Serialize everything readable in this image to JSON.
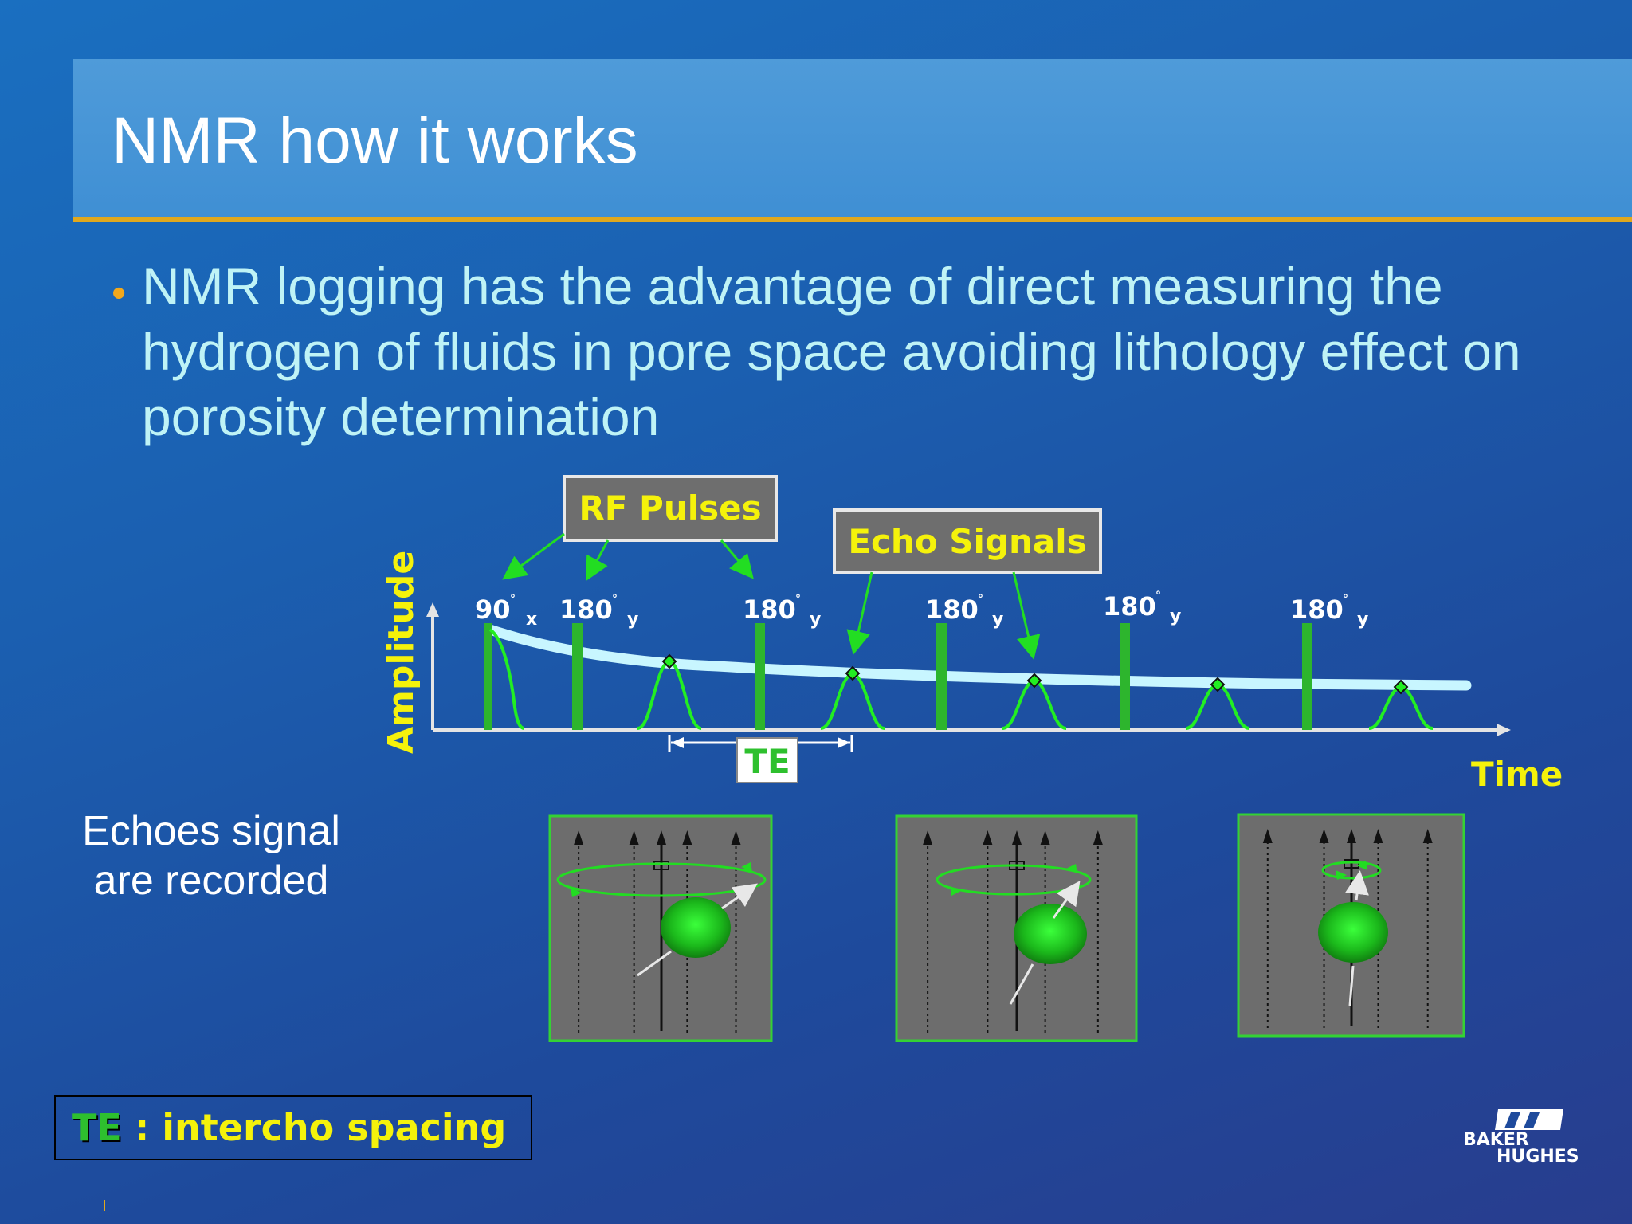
{
  "slide": {
    "title": "NMR how it works",
    "bullet": "NMR logging has the advantage of direct measuring the hydrogen of fluids in pore space avoiding lithology effect on porosity determination",
    "side_note": "Echoes signal are recorded",
    "legend": {
      "term": "TE",
      "separator": ":",
      "definition": "intercho spacing"
    },
    "logo_lines": [
      "BAKER",
      "HUGHES"
    ]
  },
  "diagram": {
    "callouts": {
      "rf_pulses": "RF Pulses",
      "echo_signals": "Echo Signals"
    },
    "axes": {
      "y_label": "Amplitude",
      "x_label": "Time"
    },
    "te_label": "TE",
    "pulses": [
      {
        "angle": "90",
        "degree": "°",
        "phase": "x"
      },
      {
        "angle": "180",
        "degree": "°",
        "phase": "y"
      },
      {
        "angle": "180",
        "degree": "°",
        "phase": "y"
      },
      {
        "angle": "180",
        "degree": "°",
        "phase": "y"
      },
      {
        "angle": "180",
        "degree": "°",
        "phase": "y"
      },
      {
        "angle": "180",
        "degree": "°",
        "phase": "y"
      }
    ],
    "colors": {
      "pulse_bar": "#2db52d",
      "echo_curve": "#22ee22",
      "decay_envelope": "#c8f6ff",
      "callout_text": "#f5f20b",
      "callout_bg": "#6e6e6e",
      "panel_bg": "#6d6d6d",
      "panel_border": "#34d234"
    }
  }
}
